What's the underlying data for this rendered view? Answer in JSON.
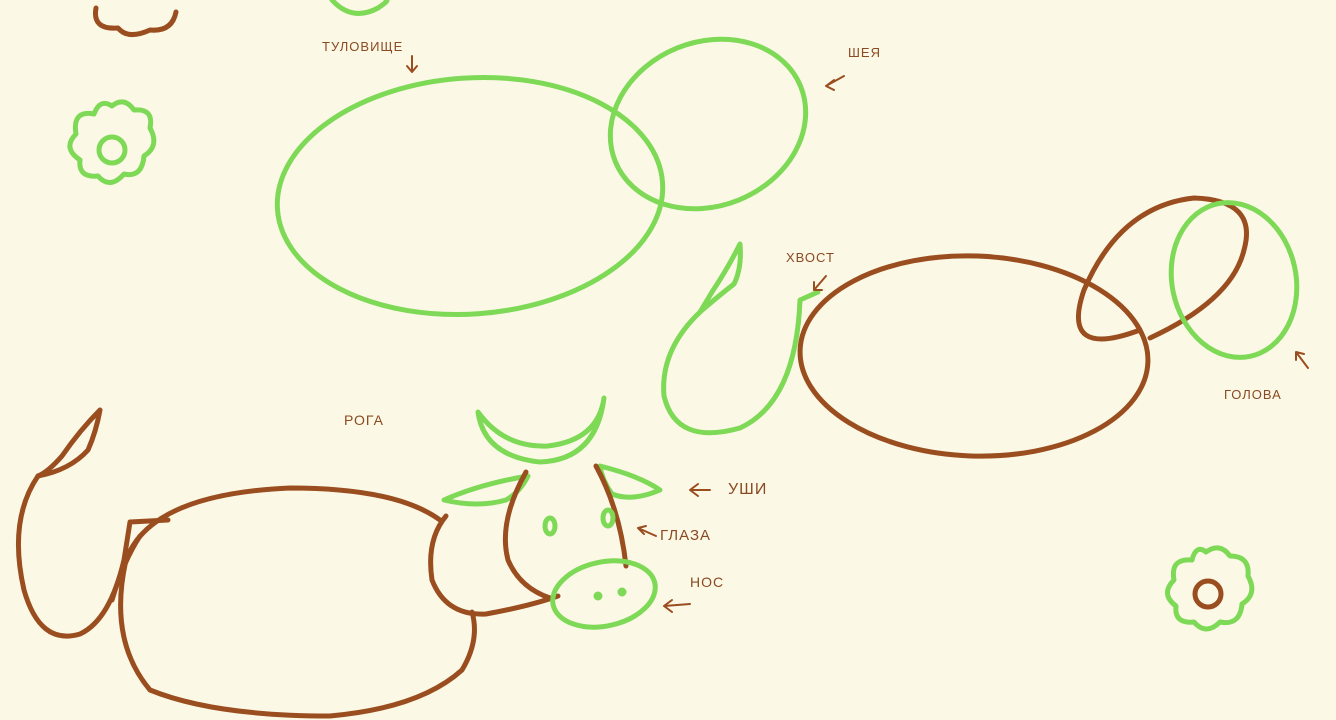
{
  "labels": {
    "torso": "ТУЛОВИЩЕ",
    "neck": "ШЕЯ",
    "tail": "ХВОСТ",
    "head": "ГОЛОВА",
    "horns": "РОГА",
    "ears": "УШИ",
    "eyes": "ГЛАЗА",
    "nose": "НОС"
  },
  "colors": {
    "background": "#fcf8e6",
    "green_stroke": "#7ed957",
    "brown_stroke": "#9a4e1f",
    "label_text": "#8a4a22"
  }
}
